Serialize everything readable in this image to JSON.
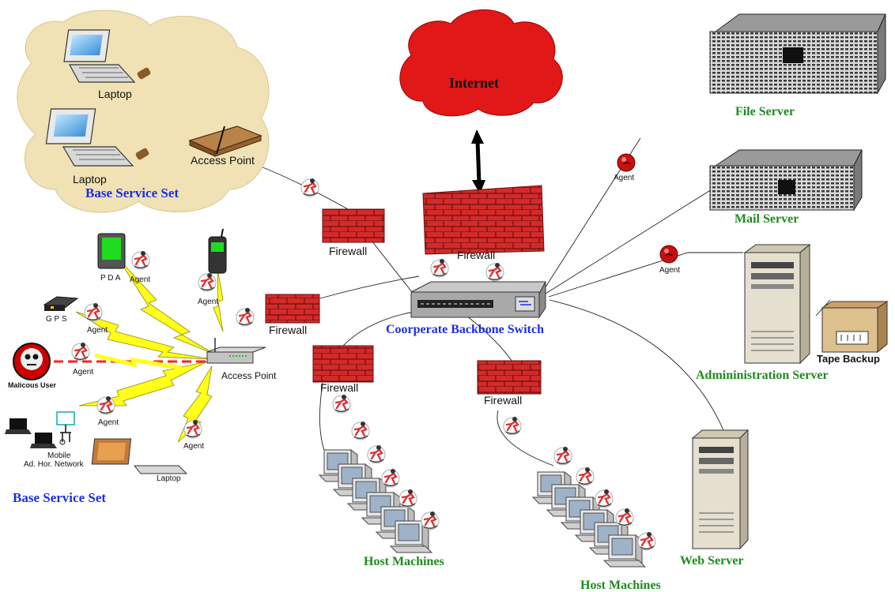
{
  "nodes": {
    "internet": "Internet",
    "file_server": "File Server",
    "mail_server": "Mail Server",
    "admin_server": "Admininistration Server",
    "tape_backup": "Tape Backup",
    "web_server": "Web Server",
    "backbone_switch": "Coorperate Backbone Switch",
    "host_machines_left": "Host Machines",
    "host_machines_right": "Host Machines",
    "bss_top": "Base Service Set",
    "bss_bottom": "Base Service Set",
    "laptop_1": "Laptop",
    "laptop_2": "Laptop",
    "laptop_3": "Laptop",
    "access_point_top": "Access Point",
    "access_point_wireless": "Access Point",
    "pda": "P D A",
    "gps": "G P S",
    "malicious_user": "Malicous User",
    "mobile_network_line1": "Mobile",
    "mobile_network_line2": "Ad. Hor. Network"
  },
  "firewall_label": "Firewall",
  "agent_label": "Agent",
  "colors": {
    "firewall_brick": "#d42a2a",
    "internet_cloud": "#e11818",
    "bss_cloud": "#f0e2b4",
    "lightning": "#ffff1a",
    "server_labels": "#1f8a1f",
    "network_labels": "#1a2ee8"
  }
}
